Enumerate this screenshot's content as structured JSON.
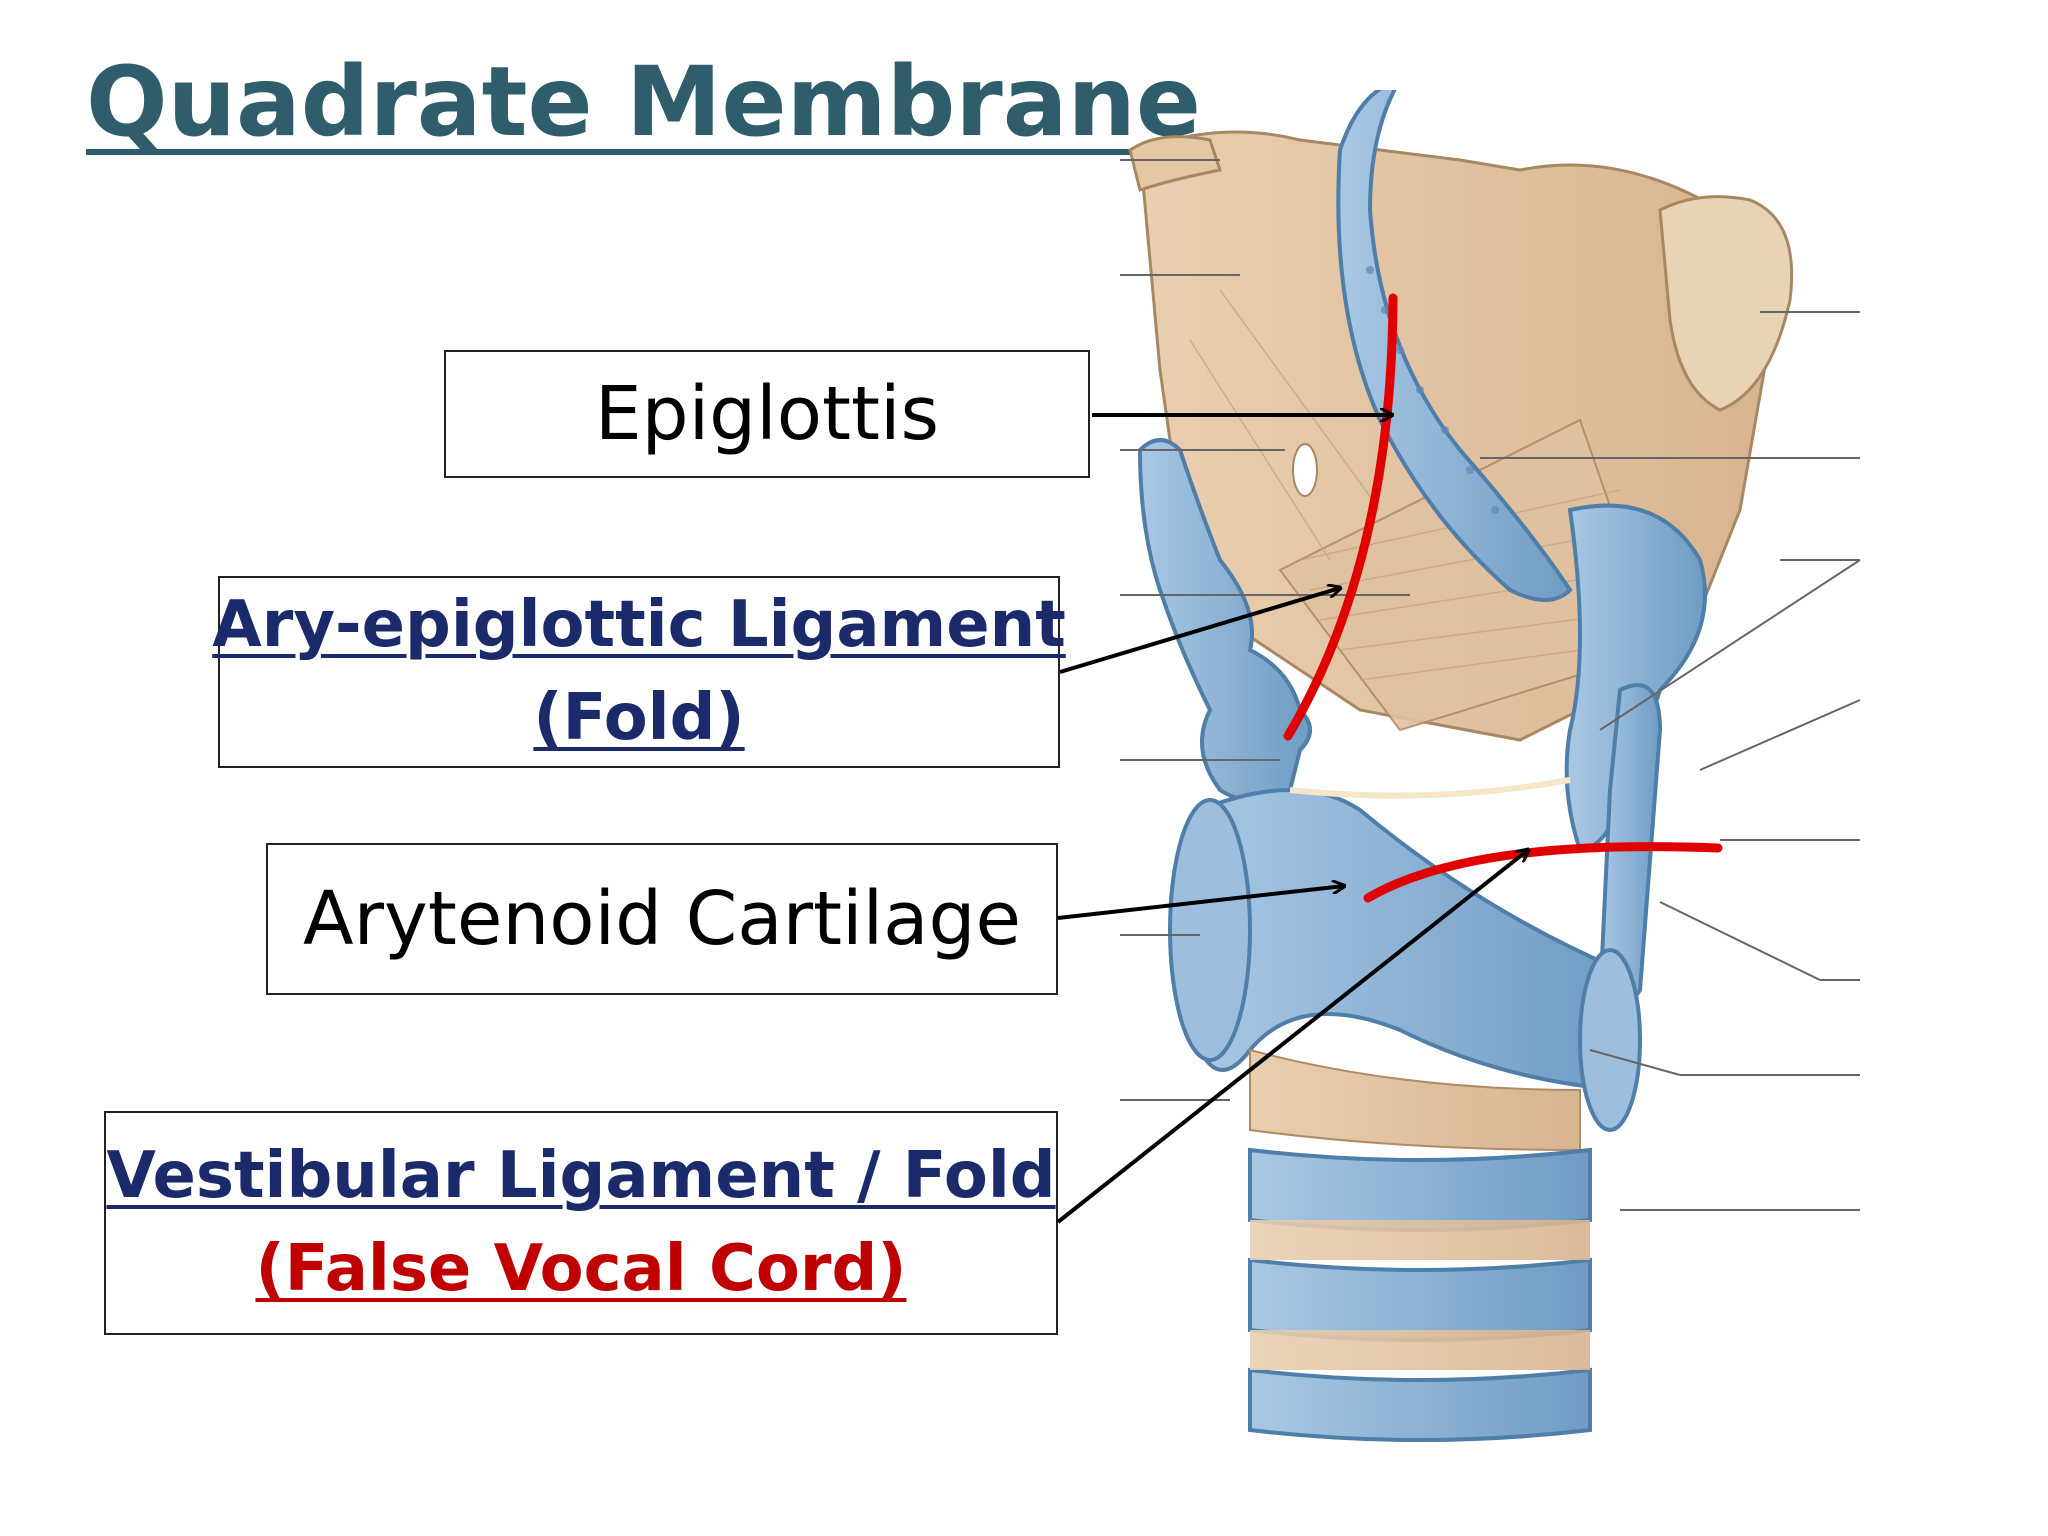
{
  "slide": {
    "title": "Quadrate Membrane"
  },
  "labels": {
    "epiglottis": "Epiglottis",
    "aryepiglottic_line1": "Ary-epiglottic Ligament",
    "aryepiglottic_line2": "(Fold)",
    "arytenoid": "Arytenoid Cartilage",
    "vestibular_line1": "Vestibular Ligament  / Fold",
    "vestibular_line2": "(False Vocal Cord)"
  },
  "colors": {
    "title": "#2f5d6b",
    "label_bold_text": "#1b2a6b",
    "false_vocal_cord_text": "#c00000",
    "highlight_line": "#e00000",
    "cartilage_blue": "#8db4d6",
    "membrane_tan": "#e6c9a8"
  }
}
